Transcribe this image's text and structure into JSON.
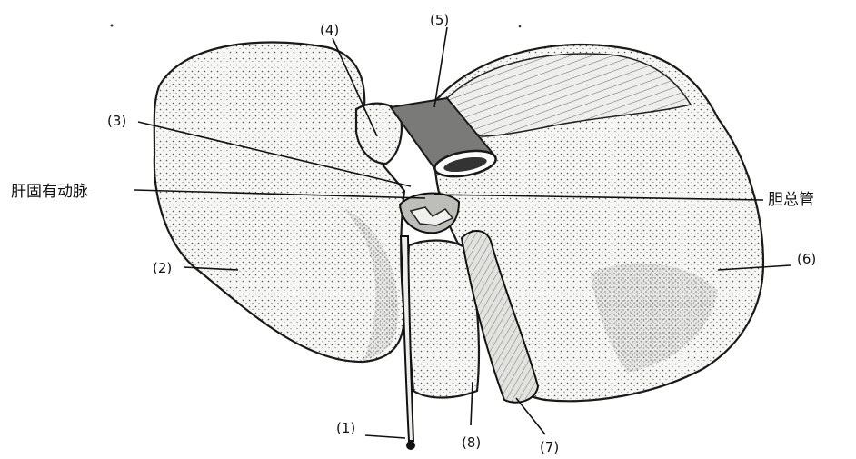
{
  "diagram": {
    "labels": {
      "n1": "(1)",
      "n2": "(2)",
      "n3": "(3)",
      "n4": "(4)",
      "n5": "(5)",
      "n6": "(6)",
      "n7": "(7)",
      "n8": "(8)",
      "proper_hepatic_artery": "肝固有动脉",
      "common_bile_duct": "胆总管"
    },
    "colors": {
      "ink": "#111111",
      "liver_fill": "#f4f4f2",
      "duct_fill": "#7a7a78",
      "gallbladder_fill": "#d9d9d6",
      "background": "#ffffff"
    }
  }
}
